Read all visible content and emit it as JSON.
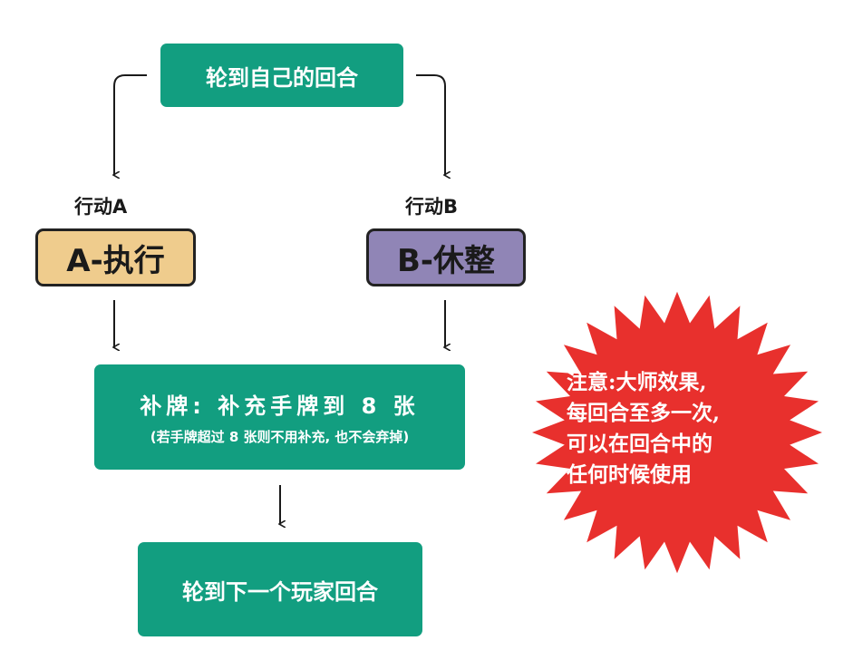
{
  "flow": {
    "start": "轮到自己的回合",
    "action_a_label": "行动A",
    "action_b_label": "行动B",
    "option_a": "A-执行",
    "option_b": "B-休整",
    "refill_main": "补牌: 补充手牌到 8 张",
    "refill_sub": "(若手牌超过 8 张则不用补充, 也不会弃掉)",
    "next": "轮到下一个玩家回合"
  },
  "note": {
    "lines": [
      "注意:大师效果,",
      "每回合至多一次,",
      "可以在回合中的",
      "任何时候使用"
    ]
  },
  "colors": {
    "box_green": "#129e80",
    "option_a": "#efcc8d",
    "option_b": "#9085b6",
    "burst_red": "#e8302d"
  }
}
